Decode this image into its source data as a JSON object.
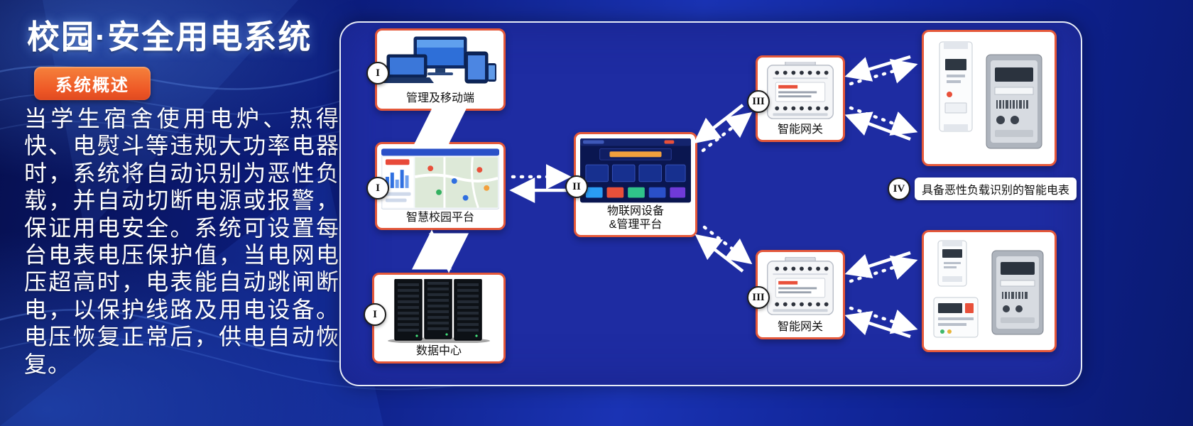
{
  "page": {
    "title": "校园·安全用电系统",
    "overview_badge": "系统概述",
    "description": "当学生宿舍使用电炉、热得快、电熨斗等违规大功率电器时，系统将自动识别为恶性负载，并自动切断电源或报警，保证用电安全。系统可设置每台电表电压保护值，当电网电压超高时，电表能自动跳闸断电，以保护线路及用电设备。电压恢复正常后，供电自动恢复。"
  },
  "diagram": {
    "management_mobile": {
      "numeral": "I",
      "label": "管理及移动端"
    },
    "smart_campus": {
      "numeral": "I",
      "label": "智慧校园平台"
    },
    "data_center": {
      "numeral": "I",
      "label": "数据中心"
    },
    "iot_platform": {
      "numeral": "II",
      "label_line1": "物联网设备",
      "label_line2": "&管理平台"
    },
    "gateway_top": {
      "numeral": "III",
      "label": "智能网关"
    },
    "gateway_bottom": {
      "numeral": "III",
      "label": "智能网关"
    },
    "smart_meter": {
      "numeral": "IV",
      "label": "具备恶性负载识别的智能电表"
    }
  },
  "colors": {
    "accent_orange": "#e4583a",
    "badge_orange_top": "#f5823c",
    "badge_orange_bottom": "#e04a20",
    "panel_blue": "#1e2ca2",
    "background_blue": "#0c1d7e",
    "arrow_white": "#ffffff"
  }
}
